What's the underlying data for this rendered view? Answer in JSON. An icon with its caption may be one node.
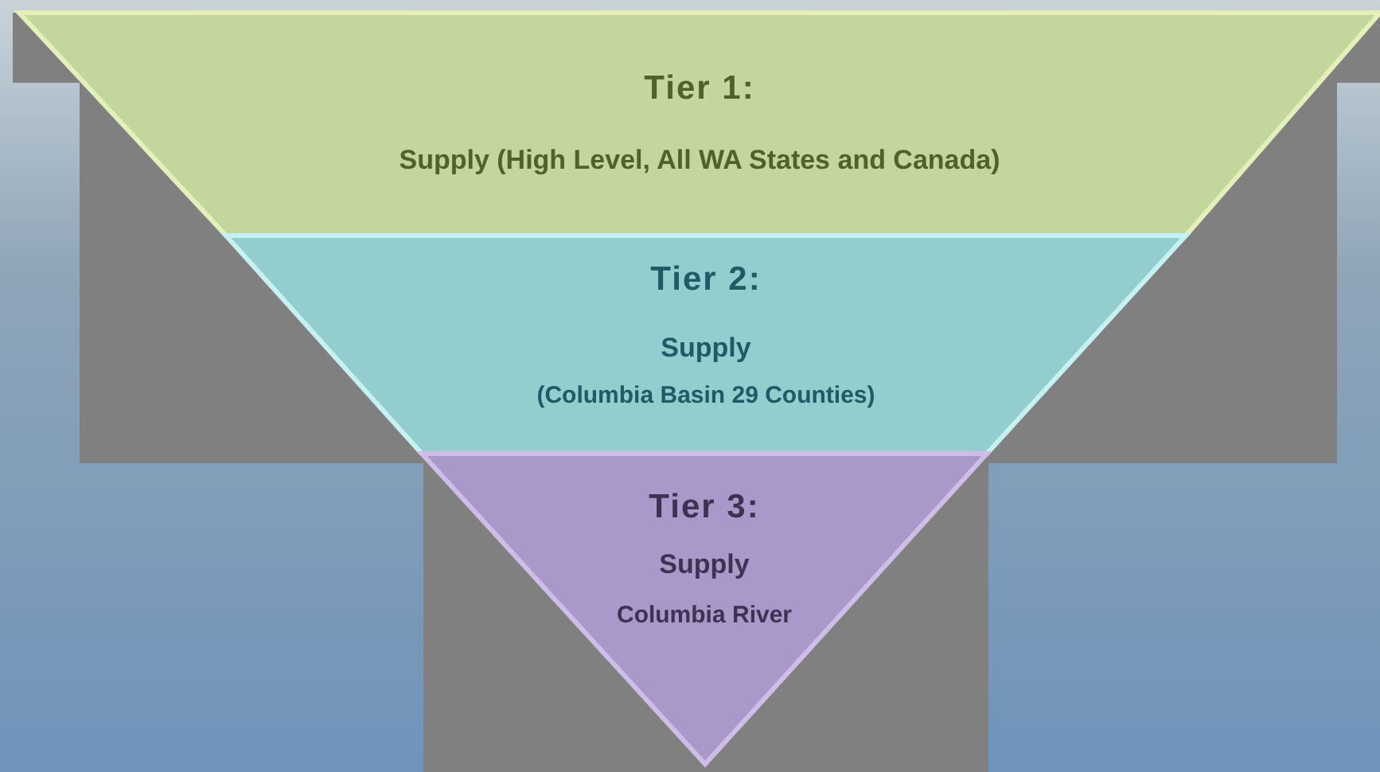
{
  "diagram": {
    "nodes": [
      {
        "text": [
          "Tier 1:",
          "Supply (High Level, All WA States and Canada)"
        ]
      },
      {
        "text": [
          "Tier 2:",
          "Supply",
          "(Columbia Basin 29 Counties)"
        ]
      },
      {
        "text": [
          "Tier 3:",
          "Supply",
          "Columbia River"
        ]
      }
    ]
  }
}
